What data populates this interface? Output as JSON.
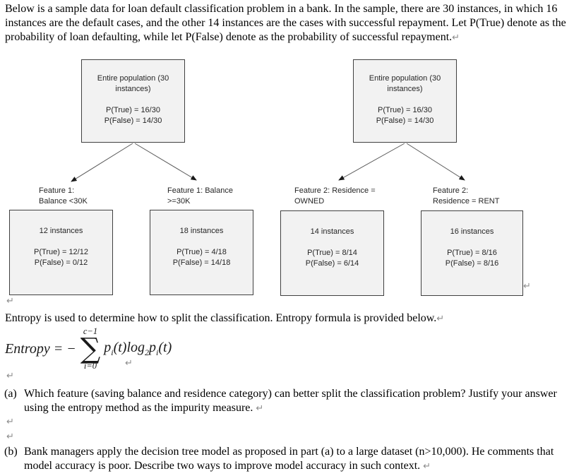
{
  "intro": "Below is a sample data for loan default classification problem in a bank. In the sample, there are 30 instances, in which 16 instances are the default cases, and the other 14 instances are the cases with successful repayment. Let P(True) denote as the probability of loan defaulting, while let P(False) denote as the probability of successful repayment.",
  "pilcrow": "↵",
  "trees": [
    {
      "root": {
        "title": "Entire population (30 instances)",
        "p_true": "P(True) = 16/30",
        "p_false": "P(False) = 14/30"
      },
      "children": [
        {
          "label_line1": "Feature 1:",
          "label_line2": "Balance <30K",
          "instances": "12 instances",
          "p_true": "P(True) = 12/12",
          "p_false": "P(False) = 0/12"
        },
        {
          "label_line1": "Feature 1: Balance",
          "label_line2": ">=30K",
          "instances": "18 instances",
          "p_true": "P(True) = 4/18",
          "p_false": "P(False) = 14/18"
        }
      ]
    },
    {
      "root": {
        "title": "Entire population (30 instances)",
        "p_true": "P(True) = 16/30",
        "p_false": "P(False) = 14/30"
      },
      "children": [
        {
          "label_line1": "Feature 2: Residence =",
          "label_line2": "OWNED",
          "instances": "14 instances",
          "p_true": "P(True) = 8/14",
          "p_false": "P(False) = 6/14"
        },
        {
          "label_line1": "Feature 2:",
          "label_line2": "Residence = RENT",
          "instances": "16 instances",
          "p_true": "P(True) = 8/16",
          "p_false": "P(False) = 8/16"
        }
      ]
    }
  ],
  "entropy_intro": "Entropy is used to determine how to split the classification. Entropy formula is provided below.",
  "formula": {
    "lhs": "Entropy = −",
    "sum_upper": "c−1",
    "sum_symbol": "∑",
    "sum_lower": "i=0",
    "p1": "p",
    "p1_sub": "i",
    "mid": "(t)log",
    "log_sub": "2",
    "p2": "p",
    "p2_sub": "i",
    "tail": "(t)"
  },
  "questions": [
    {
      "marker": "(a)",
      "text": "Which feature (saving balance and residence category) can better split the classification problem? Justify your answer using the entropy method as the impurity measure."
    },
    {
      "marker": "(b)",
      "text": "Bank managers apply the decision tree model as proposed in part (a) to a large dataset (n>10,000). He comments that model accuracy is poor. Describe two ways to improve model accuracy in such context."
    }
  ],
  "colors": {
    "box_fill": "#f2f2f2",
    "box_border": "#404040",
    "arrow": "#595959",
    "pilcrow": "#8c8c8c",
    "text": "#000000"
  }
}
